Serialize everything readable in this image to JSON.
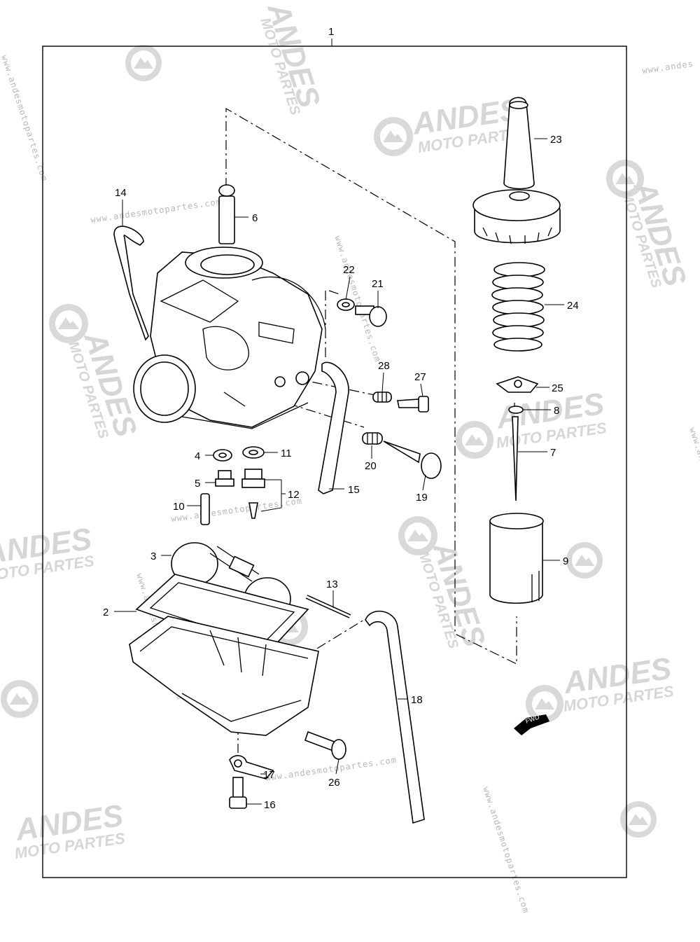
{
  "diagram": {
    "assembly_label": "1",
    "fwd_label": "FWD",
    "callouts": [
      {
        "id": "c2",
        "text": "2"
      },
      {
        "id": "c3",
        "text": "3"
      },
      {
        "id": "c4",
        "text": "4"
      },
      {
        "id": "c5",
        "text": "5"
      },
      {
        "id": "c6",
        "text": "6"
      },
      {
        "id": "c7",
        "text": "7"
      },
      {
        "id": "c8",
        "text": "8"
      },
      {
        "id": "c9",
        "text": "9"
      },
      {
        "id": "c10",
        "text": "10"
      },
      {
        "id": "c11",
        "text": "11"
      },
      {
        "id": "c12",
        "text": "12"
      },
      {
        "id": "c13",
        "text": "13"
      },
      {
        "id": "c14",
        "text": "14"
      },
      {
        "id": "c15",
        "text": "15"
      },
      {
        "id": "c16",
        "text": "16"
      },
      {
        "id": "c17",
        "text": "17"
      },
      {
        "id": "c18",
        "text": "18"
      },
      {
        "id": "c19",
        "text": "19"
      },
      {
        "id": "c20",
        "text": "20"
      },
      {
        "id": "c21",
        "text": "21"
      },
      {
        "id": "c22",
        "text": "22"
      },
      {
        "id": "c23",
        "text": "23"
      },
      {
        "id": "c24",
        "text": "24"
      },
      {
        "id": "c25",
        "text": "25"
      },
      {
        "id": "c26",
        "text": "26"
      },
      {
        "id": "c27",
        "text": "27"
      },
      {
        "id": "c28",
        "text": "28"
      }
    ]
  },
  "watermark": {
    "brand_line1": "ANDES",
    "brand_line2": "MOTO PARTES",
    "url_short": "www.andes",
    "url_full": "www.andesmotopartes.com",
    "url_mid": "andesmotopartes.com",
    "color": "#d6d6d6"
  }
}
